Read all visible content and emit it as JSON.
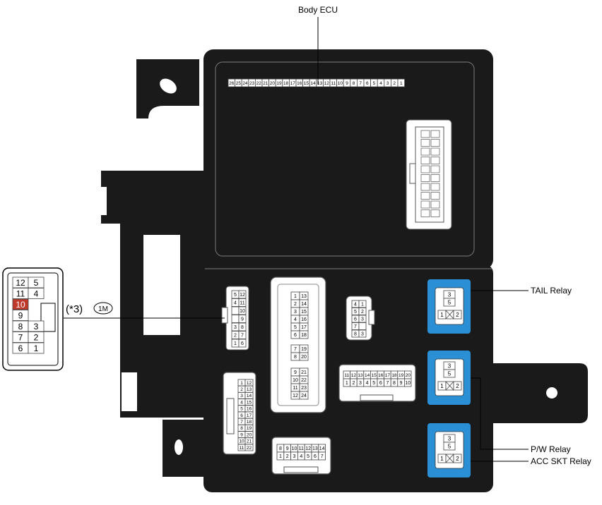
{
  "labels": {
    "body_ecu": "Body ECU",
    "tail_relay": "TAIL Relay",
    "pw_relay": "P/W Relay",
    "acc_skt_relay": "ACC SKT Relay",
    "note": "(*3)",
    "connector_code": "1M"
  },
  "colors": {
    "housing": "#1a1a1a",
    "relay_blue": "#2b8fd6",
    "highlight_pin": "#c0392b",
    "line": "#000000"
  },
  "ecu_pins": [
    "26",
    "25",
    "24",
    "23",
    "22",
    "21",
    "20",
    "19",
    "18",
    "17",
    "16",
    "15",
    "14",
    "13",
    "12",
    "11",
    "10",
    "9",
    "8",
    "7",
    "6",
    "5",
    "4",
    "3",
    "2",
    "1"
  ],
  "callout_connector": {
    "rows": [
      [
        "12",
        "5"
      ],
      [
        "11",
        "4"
      ],
      [
        "10",
        ""
      ],
      [
        "9",
        ""
      ],
      [
        "8",
        "3"
      ],
      [
        "7",
        "2"
      ],
      [
        "6",
        "1"
      ]
    ],
    "highlighted_pin": "10"
  },
  "connector_1m": {
    "rows": [
      [
        "5",
        "12"
      ],
      [
        "4",
        "11"
      ],
      [
        "",
        "10"
      ],
      [
        "",
        "9"
      ],
      [
        "3",
        "8"
      ],
      [
        "2",
        "7"
      ],
      [
        "1",
        "6"
      ]
    ]
  },
  "connector_center": {
    "groups": [
      [
        [
          "1",
          "13"
        ],
        [
          "2",
          "14"
        ],
        [
          "3",
          "15"
        ],
        [
          "4",
          "16"
        ],
        [
          "5",
          "17"
        ],
        [
          "6",
          "18"
        ]
      ],
      [
        [
          "7",
          "19"
        ],
        [
          "8",
          "20"
        ]
      ],
      [
        [
          "9",
          "21"
        ],
        [
          "10",
          "22"
        ],
        [
          "11",
          "23"
        ],
        [
          "12",
          "24"
        ]
      ]
    ]
  },
  "connector_small": {
    "rows": [
      [
        "4",
        "1"
      ],
      [
        "5",
        "2"
      ],
      [
        "6",
        "3"
      ],
      [
        "7",
        ""
      ],
      [
        "8",
        "3"
      ]
    ]
  },
  "connector_left_bottom": {
    "rows": [
      [
        "1",
        "12"
      ],
      [
        "2",
        "13"
      ],
      [
        "3",
        "14"
      ],
      [
        "4",
        "15"
      ],
      [
        "5",
        "16"
      ],
      [
        "6",
        "17"
      ],
      [
        "7",
        "18"
      ],
      [
        "8",
        "19"
      ],
      [
        "9",
        "20"
      ],
      [
        "10",
        "21"
      ],
      [
        "11",
        "22"
      ]
    ]
  },
  "connector_wide": {
    "top": [
      "11",
      "12",
      "13",
      "14",
      "15",
      "16",
      "17",
      "18",
      "19",
      "20"
    ],
    "bottom": [
      "1",
      "2",
      "3",
      "4",
      "5",
      "6",
      "7",
      "8",
      "9",
      "10"
    ]
  },
  "connector_bottom": {
    "top": [
      "8",
      "9",
      "10",
      "11",
      "12",
      "13",
      "14"
    ],
    "bottom": [
      "1",
      "2",
      "3",
      "4",
      "5",
      "6",
      "7"
    ]
  },
  "relays": [
    {
      "id": "tail",
      "pins": [
        "3",
        "5",
        "1",
        "2"
      ]
    },
    {
      "id": "pw",
      "pins": [
        "3",
        "5",
        "1",
        "2"
      ]
    },
    {
      "id": "acc",
      "pins": [
        "3",
        "5",
        "1",
        "2"
      ]
    }
  ]
}
